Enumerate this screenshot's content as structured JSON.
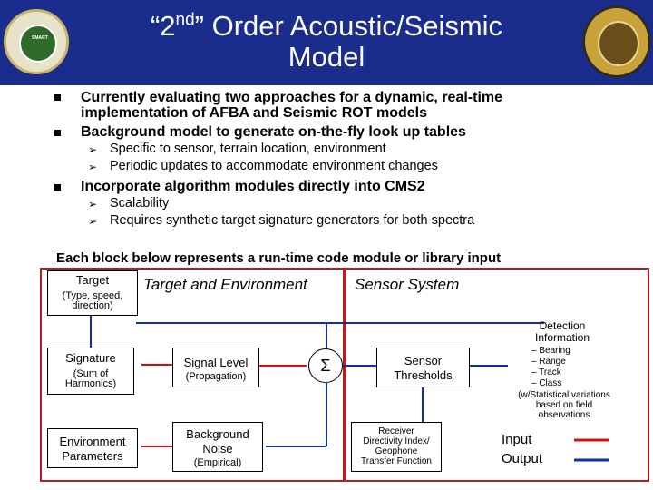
{
  "header": {
    "title_pre": "“2",
    "title_sup": "nd",
    "title_post": "” Order Acoustic/Seismic",
    "title_line2": "Model",
    "left_seal_text": "SMART",
    "colors": {
      "header_bg": "#1a2c8c",
      "frame": "#b02020",
      "input_line": "#d01010",
      "output_line": "#1030a0"
    }
  },
  "bullets": [
    {
      "text_line1": "Currently evaluating two approaches for a dynamic, real-time",
      "text_line2": "implementation of AFBA and Seismic ROT models"
    },
    {
      "text_line1": "Background model to generate on-the-fly look up tables",
      "subs": [
        "Specific to sensor, terrain location, environment",
        "Periodic updates to accommodate environment changes"
      ]
    },
    {
      "text_line1": "Incorporate algorithm modules directly into CMS2",
      "subs": [
        "Scalability",
        "Requires synthetic target signature generators for both spectra"
      ]
    }
  ],
  "lead_text": "Each block below represents a run-time code module or library input",
  "diagram": {
    "target_env_title": "Target and Environment",
    "sensor_system_title": "Sensor System",
    "target_box": {
      "title": "Target",
      "sub1": "(Type, speed,",
      "sub2": "direction)"
    },
    "signature_box": {
      "title": "Signature",
      "sub1": "(Sum of",
      "sub2": "Harmonics)"
    },
    "env_params_box": {
      "line1": "Environment",
      "line2": "Parameters"
    },
    "signal_level_box": {
      "title": "Signal Level",
      "sub": "(Propagation)"
    },
    "background_noise_box": {
      "line1": "Background",
      "line2": "Noise",
      "sub": "(Empirical)"
    },
    "sum_symbol": "Σ",
    "sensor_thresholds_box": {
      "line1": "Sensor",
      "line2": "Thresholds"
    },
    "receiver_box": {
      "line1": "Receiver",
      "line2": "Directivity Index/",
      "line3": "Geophone",
      "line4": "Transfer Function"
    },
    "detection_info": {
      "title1": "Detection",
      "title2": "Information",
      "items": [
        "–  Bearing",
        "–  Range",
        "–  Track",
        "–  Class"
      ],
      "note1": "(w/Statistical variations",
      "note2": "based on field",
      "note3": "observations"
    },
    "legend": {
      "input": "Input",
      "output": "Output"
    }
  }
}
